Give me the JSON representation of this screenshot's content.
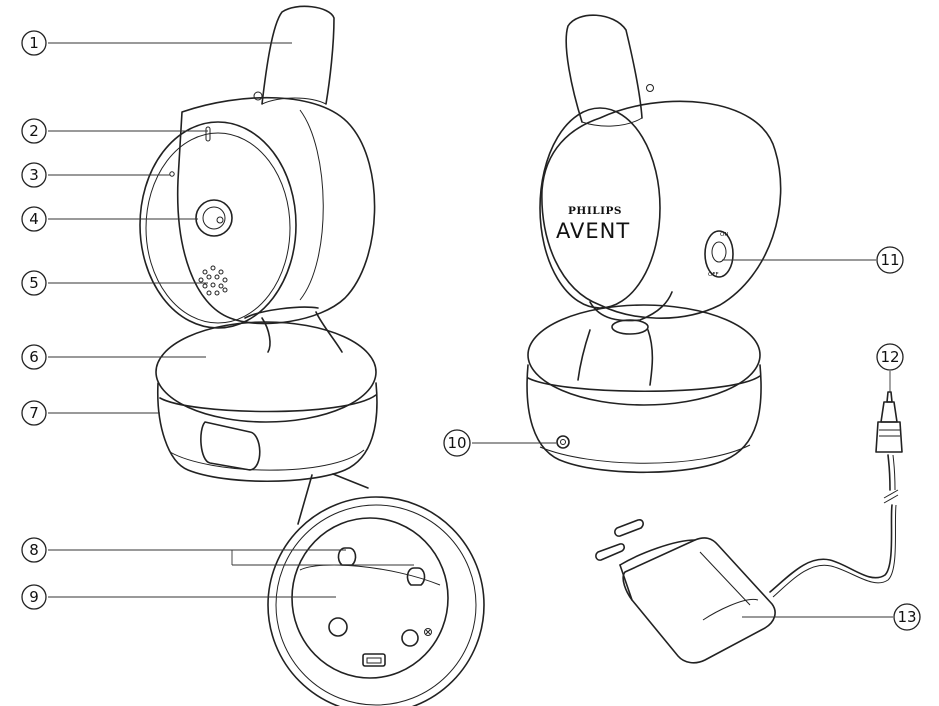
{
  "callouts": [
    {
      "id": "1",
      "label": "1"
    },
    {
      "id": "2",
      "label": "2"
    },
    {
      "id": "3",
      "label": "3"
    },
    {
      "id": "4",
      "label": "4"
    },
    {
      "id": "5",
      "label": "5"
    },
    {
      "id": "6",
      "label": "6"
    },
    {
      "id": "7",
      "label": "7"
    },
    {
      "id": "8",
      "label": "8"
    },
    {
      "id": "9",
      "label": "9"
    },
    {
      "id": "10",
      "label": "10"
    },
    {
      "id": "11",
      "label": "11"
    },
    {
      "id": "12",
      "label": "12"
    },
    {
      "id": "13",
      "label": "13"
    }
  ],
  "brand": {
    "top": "PHILIPS",
    "main": "AVENT"
  },
  "power_switch": {
    "on_label": "ON",
    "off_label": "OFF"
  }
}
